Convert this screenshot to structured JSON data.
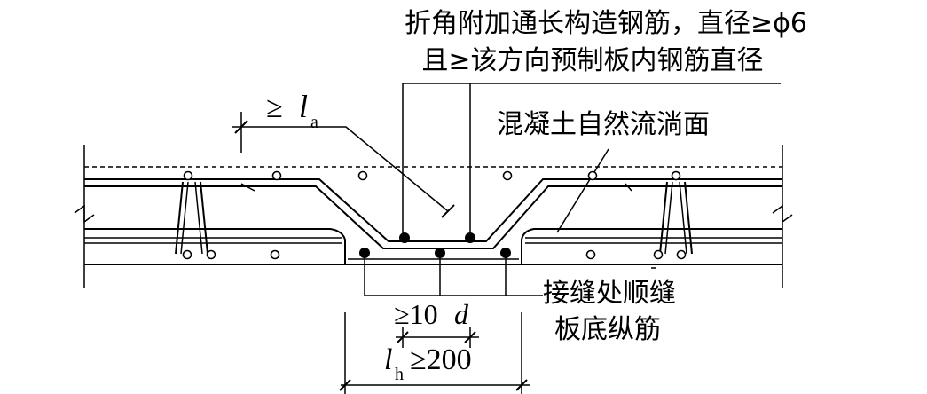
{
  "annotations": {
    "top_line1": "折角附加通长构造钢筋，直径≥ϕ6",
    "top_line2": "且≥该方向预制板内钢筋直径",
    "anchor_symbol": "≥",
    "anchor_var": "l",
    "anchor_sub": "a",
    "concrete_surface": "混凝土自然流淌面",
    "joint_bars_line1": "接缝处顺缝",
    "joint_bars_line2": "板底纵筋",
    "spacing_label": "≥10",
    "spacing_var": "d",
    "width_var": "l",
    "width_sub": "h",
    "width_value": "≥200"
  },
  "colors": {
    "ink": "#000000",
    "background": "#ffffff"
  }
}
